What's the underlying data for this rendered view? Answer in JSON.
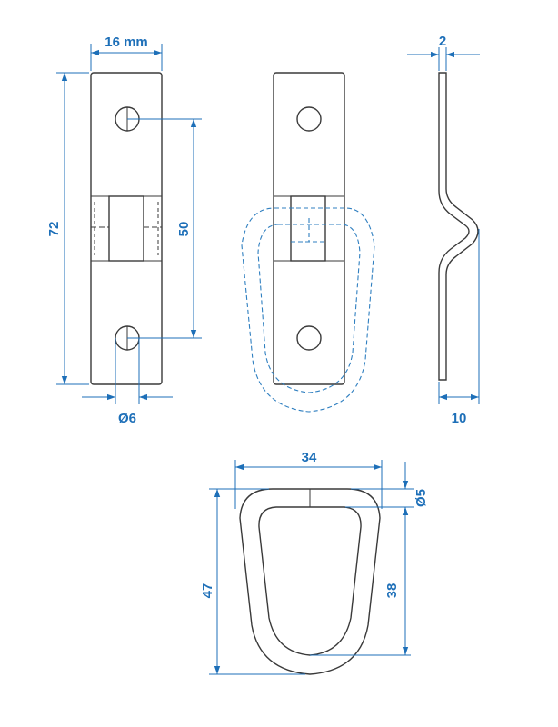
{
  "dimensions": {
    "plate_width": "16 mm",
    "plate_length": "72",
    "hole_spacing": "50",
    "hole_diameter": "Ø6",
    "thickness": "2",
    "bend_depth": "10",
    "ring_width": "34",
    "ring_wire_diameter": "Ø5",
    "ring_outer_height": "47",
    "ring_inner_height": "38"
  },
  "colors": {
    "outline": "#3a3a3a",
    "dimension": "#1d6fb8",
    "hidden_line": "#2f7fc0"
  }
}
